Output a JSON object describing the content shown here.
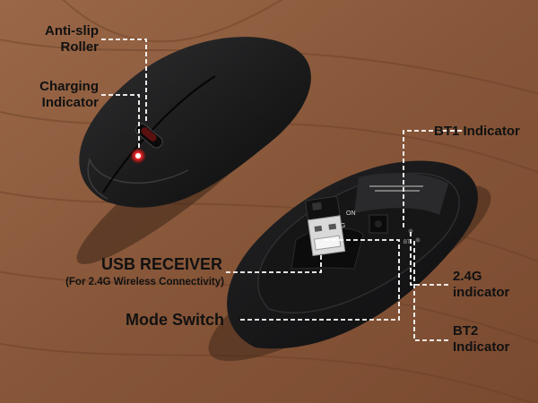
{
  "labels": {
    "anti_slip": [
      "Anti-slip",
      "Roller"
    ],
    "charging": [
      "Charging",
      "Indicator"
    ],
    "bt1": "BT1 Indicator",
    "usb_receiver": "USB RECEIVER",
    "usb_receiver_note": "(For 2.4G Wireless Connectivity)",
    "mode_switch": "Mode Switch",
    "g24": [
      "2.4G",
      "indicator"
    ],
    "bt2": [
      "BT2",
      "Indicator"
    ]
  },
  "switch_labels": {
    "on": "ON",
    "g24": "2.4G",
    "bt": "BT"
  },
  "colors": {
    "wood": "#8b5a3c",
    "mouse_body": "#1c1c1d",
    "indicator_red": "#ff1a1a",
    "leader_line": "#ffffff"
  }
}
